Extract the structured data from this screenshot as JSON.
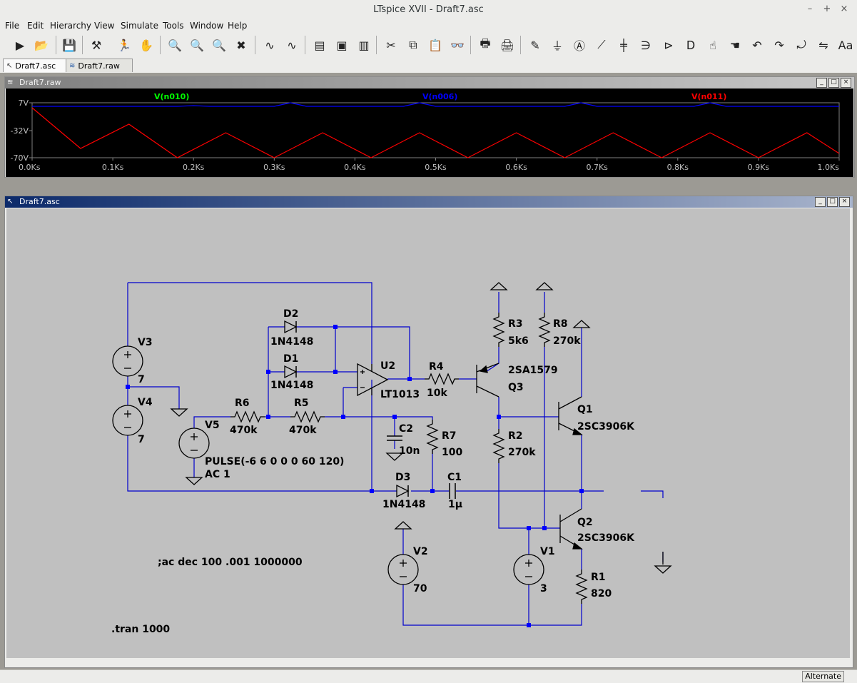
{
  "window": {
    "title": "LTspice XVII - Draft7.asc",
    "min": "–",
    "max": "+",
    "close": "×"
  },
  "menu": [
    "File",
    "Edit",
    "Hierarchy",
    "View",
    "Simulate",
    "Tools",
    "Window",
    "Help"
  ],
  "toolbar_icons": [
    "run-icon",
    "open-icon",
    "save-icon",
    "hammer-icon",
    "runner-icon",
    "hand-icon",
    "zoom-in-icon",
    "zoom-fit-icon",
    "zoom-out-icon",
    "zoom-cancel-icon",
    "waveform-icon",
    "waveform-dim-icon",
    "tile-horizontal-icon",
    "cascade-icon",
    "tile-vertical-icon",
    "cut-icon",
    "copy-icon",
    "paste-icon",
    "find-icon",
    "print-setup-icon",
    "print-icon",
    "draw-wire-icon",
    "ground-icon",
    "label-net-icon",
    "resistor-icon",
    "capacitor-icon",
    "inductor-icon",
    "diode-icon",
    "component-icon",
    "move-icon",
    "drag-icon",
    "undo-icon",
    "redo-icon",
    "rotate-icon",
    "mirror-icon",
    "text-icon"
  ],
  "toolbar_glyphs": [
    "▶",
    "📂",
    "💾",
    "⚒",
    "🏃",
    "✋",
    "🔍",
    "🔍",
    "🔍",
    "✖",
    "∿",
    "∿",
    "▤",
    "▣",
    "▥",
    "✂",
    "⧉",
    "📋",
    "👓",
    "🖶",
    "🖨",
    "✎",
    "⏚",
    "Ⓐ",
    "⟋",
    "╪",
    "∋",
    "⊳",
    "ᗞ",
    "☝",
    "☚",
    "↶",
    "↷",
    "⤾",
    "⇋",
    "Aa"
  ],
  "tabs": [
    {
      "label": "Draft7.asc",
      "icon": "schematic-icon",
      "glyph": "↖"
    },
    {
      "label": "Draft7.raw",
      "icon": "waveform-icon",
      "glyph": "≋"
    }
  ],
  "plot_window": {
    "title": "Draft7.raw",
    "traces": [
      {
        "label": "V(n010)",
        "color": "#00ff00"
      },
      {
        "label": "V(n006)",
        "color": "#0000ff"
      },
      {
        "label": "V(n011)",
        "color": "#ff0000"
      }
    ],
    "y_ticks": [
      "7V",
      "-32V",
      "-70V"
    ],
    "x_ticks": [
      "0.0Ks",
      "0.1Ks",
      "0.2Ks",
      "0.3Ks",
      "0.4Ks",
      "0.5Ks",
      "0.6Ks",
      "0.7Ks",
      "0.8Ks",
      "0.9Ks",
      "1.0Ks"
    ]
  },
  "chart_data": {
    "type": "line",
    "xlabel": "",
    "ylabel": "",
    "xlim": [
      0,
      1000
    ],
    "ylim": [
      -70,
      7
    ],
    "x_unit": "s",
    "series": [
      {
        "name": "V(n006)",
        "color": "#0000ff",
        "x": [
          0,
          20,
          40,
          60,
          80,
          100,
          120,
          140,
          160,
          180,
          200,
          220,
          240,
          260,
          280,
          300,
          320,
          340,
          360,
          380,
          400,
          420,
          440,
          460,
          480,
          500,
          520,
          540,
          560,
          580,
          600,
          620,
          640,
          660,
          680,
          700,
          720,
          740,
          760,
          780,
          800,
          820,
          840,
          860,
          880,
          900,
          920,
          940,
          960,
          980,
          1000
        ],
        "y": [
          2,
          2,
          2,
          2,
          2,
          2,
          2,
          2,
          2,
          2,
          3,
          2,
          2,
          2,
          2,
          2,
          7,
          2,
          2,
          2,
          2,
          2,
          2,
          2,
          7,
          2,
          2,
          2,
          2,
          2,
          2,
          2,
          2,
          2,
          7,
          2,
          2,
          2,
          2,
          2,
          2,
          2,
          7,
          2,
          2,
          2,
          2,
          2,
          2,
          2,
          2
        ]
      },
      {
        "name": "V(n011)",
        "color": "#ff0000",
        "x": [
          0,
          60,
          120,
          180,
          240,
          300,
          360,
          420,
          480,
          540,
          600,
          660,
          720,
          780,
          840,
          900,
          960,
          1000
        ],
        "y": [
          0,
          -57,
          -23,
          -70,
          -35,
          -70,
          -35,
          -70,
          -35,
          -70,
          -35,
          -70,
          -35,
          -70,
          -35,
          -70,
          -35,
          -64
        ]
      }
    ]
  },
  "schematic_window": {
    "title": "Draft7.asc",
    "refs": {
      "V3": "V3",
      "V4": "V4",
      "V5": "V5",
      "V2": "V2",
      "V1": "V1",
      "R6": "R6",
      "R5": "R5",
      "R4": "R4",
      "R3": "R3",
      "R8": "R8",
      "R2": "R2",
      "R7": "R7",
      "R1": "R1",
      "D1": "D1",
      "D2": "D2",
      "D3": "D3",
      "C1": "C1",
      "C2": "C2",
      "U2": "U2",
      "Q1": "Q1",
      "Q2": "Q2",
      "Q3": "Q3"
    },
    "values": {
      "V3": "7",
      "V4": "7",
      "V2": "70",
      "V1": "3",
      "R6": "470k",
      "R5": "470k",
      "R4": "10k",
      "R3": "5k6",
      "R8": "270k",
      "R2": "270k",
      "R7": "100",
      "R1": "820",
      "D1": "1N4148",
      "D2": "1N4148",
      "D3": "1N4148",
      "C1": "1µ",
      "C2": "10n",
      "U2": "LT1013",
      "Q1": "2SC3906K",
      "Q2": "2SC3906K",
      "Q3": "2SA1579",
      "V5_pulse": "PULSE(-6 6 0 0 0 60 120)",
      "V5_ac": "AC 1"
    },
    "directives": {
      "ac": ";ac dec 100 .001 1000000",
      "tran": ".tran 1000"
    }
  },
  "status": {
    "mode": "Alternate"
  }
}
